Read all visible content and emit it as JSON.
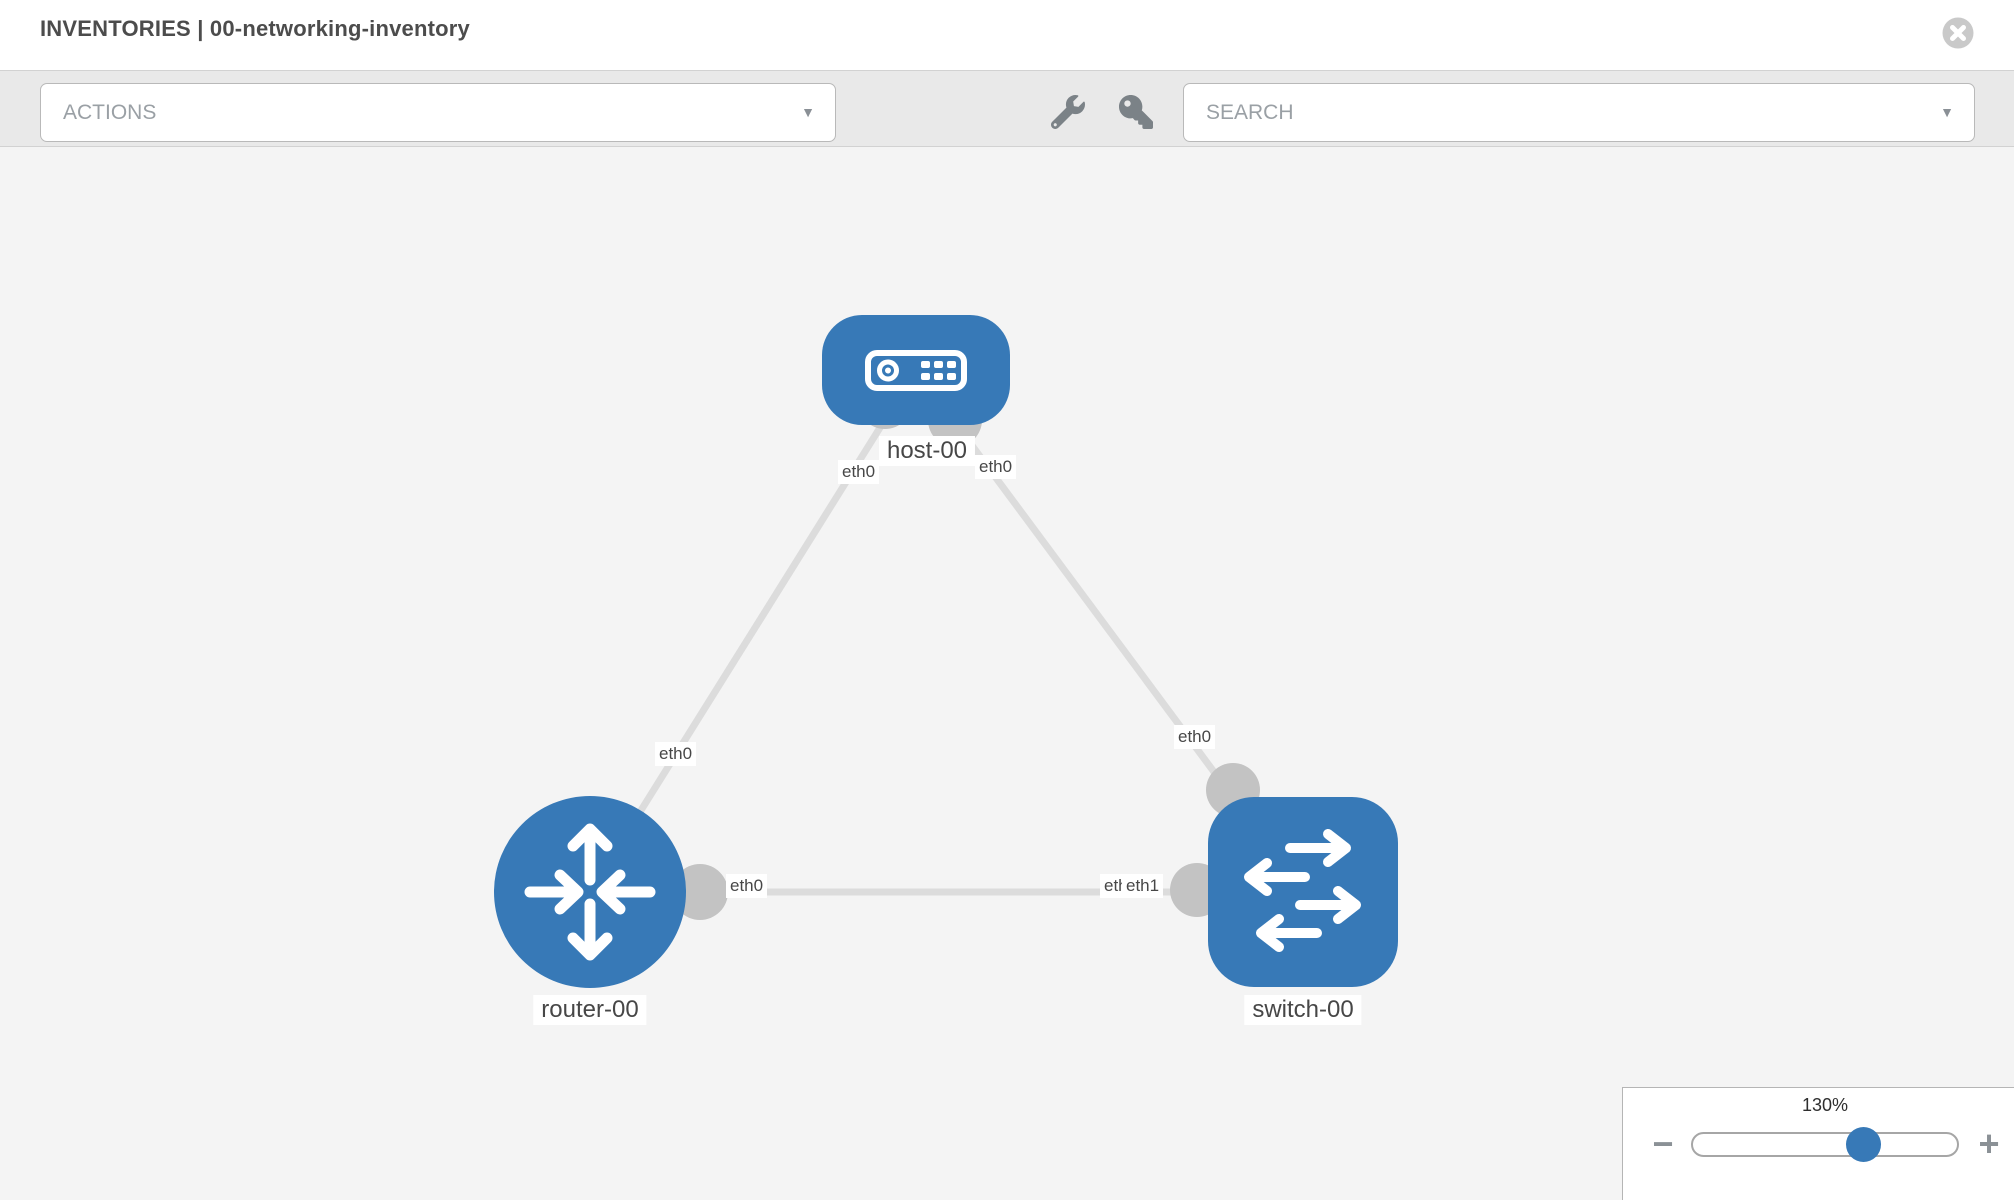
{
  "header": {
    "title": "INVENTORIES | 00-networking-inventory"
  },
  "toolbar": {
    "actions_label": "ACTIONS",
    "search_placeholder": "SEARCH"
  },
  "icons": {
    "caret": "▼"
  },
  "topology": {
    "nodes": [
      {
        "id": "host-00",
        "type": "host",
        "label": "host-00"
      },
      {
        "id": "router-00",
        "type": "router",
        "label": "router-00"
      },
      {
        "id": "switch-00",
        "type": "switch",
        "label": "switch-00"
      }
    ],
    "links": [
      {
        "from": "host-00",
        "from_interface": "eth0",
        "to": "router-00",
        "to_interface": "eth0"
      },
      {
        "from": "host-00",
        "from_interface": "eth0",
        "to": "switch-00",
        "to_interface": "eth0"
      },
      {
        "from": "router-00",
        "from_interface": "eth0",
        "to": "switch-00",
        "to_interface": "eth1"
      }
    ],
    "overlapped_port_label": "eth0"
  },
  "zoom_control": {
    "level": "130%",
    "minus_label": "−",
    "plus_label": "+"
  },
  "colors": {
    "node_blue": "#3779b7",
    "edge_gray": "#dcdcdc",
    "port_gray": "#c3c3c3",
    "canvas_bg": "#f4f4f4",
    "toolbar_bg": "#e9e9e9"
  }
}
